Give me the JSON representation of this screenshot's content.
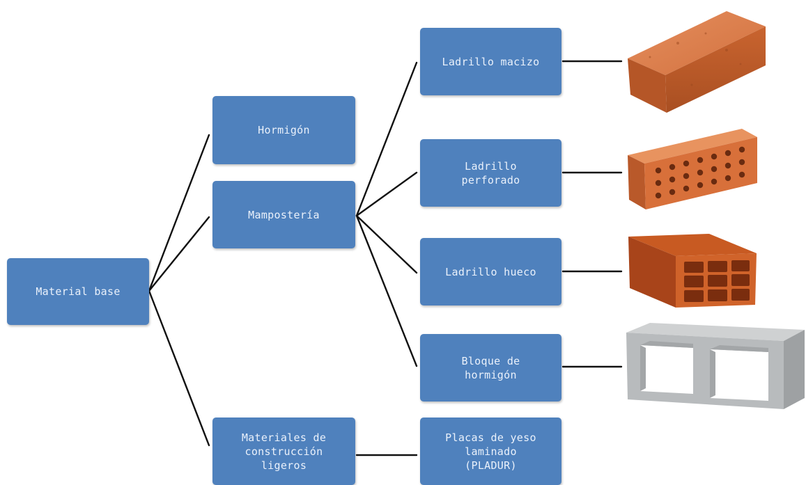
{
  "diagram": {
    "root": {
      "label": "Material base"
    },
    "level1": [
      {
        "id": "hormigon",
        "label": "Hormigón"
      },
      {
        "id": "mamposteria",
        "label": "Mampostería"
      },
      {
        "id": "ligeros",
        "label": "Materiales de\nconstrucción\nligeros"
      }
    ],
    "level2": [
      {
        "id": "macizo",
        "label": "Ladrillo macizo",
        "parent": "mamposteria",
        "image": "solid-brick"
      },
      {
        "id": "perforado",
        "label": "Ladrillo\nperforado",
        "parent": "mamposteria",
        "image": "perforated-brick"
      },
      {
        "id": "hueco",
        "label": "Ladrillo hueco",
        "parent": "mamposteria",
        "image": "hollow-brick"
      },
      {
        "id": "bloque",
        "label": "Bloque de\nhormigón",
        "parent": "mamposteria",
        "image": "concrete-block"
      },
      {
        "id": "placas",
        "label": "Placas de yeso\nlaminado\n(PLADUR)",
        "parent": "ligeros"
      }
    ],
    "colors": {
      "box_fill": "#4f81bd",
      "box_text": "#eaf1fb",
      "connector": "#111111",
      "brick": "#d2692e",
      "concrete": "#b8bbbd"
    }
  }
}
